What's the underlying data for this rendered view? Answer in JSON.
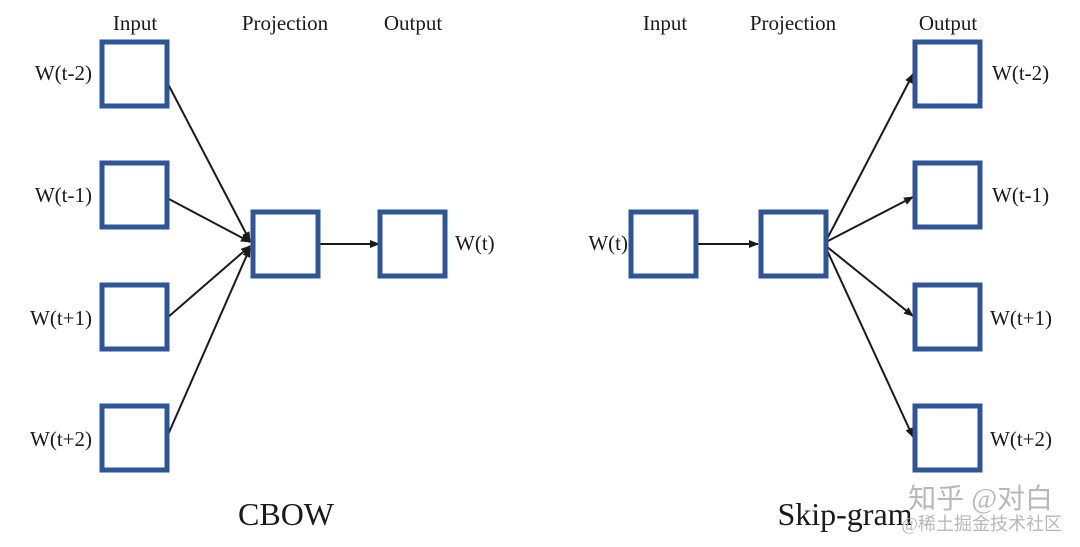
{
  "colors": {
    "box_stroke": "#2e5597",
    "arrow": "#1a1a1a",
    "watermark": "#b8b8b8"
  },
  "cbow": {
    "header_input": "Input",
    "header_projection": "Projection",
    "header_output": "Output",
    "inputs": [
      "W(t-2)",
      "W(t-1)",
      "W(t+1)",
      "W(t+2)"
    ],
    "output": "W(t)",
    "caption": "CBOW"
  },
  "skipgram": {
    "header_input": "Input",
    "header_projection": "Projection",
    "header_output": "Output",
    "input": "W(t)",
    "outputs": [
      "W(t-2)",
      "W(t-1)",
      "W(t+1)",
      "W(t+2)"
    ],
    "caption": "Skip-gram"
  },
  "watermark": {
    "line1": "知乎 @对白",
    "line2": "@稀土掘金技术社区"
  }
}
